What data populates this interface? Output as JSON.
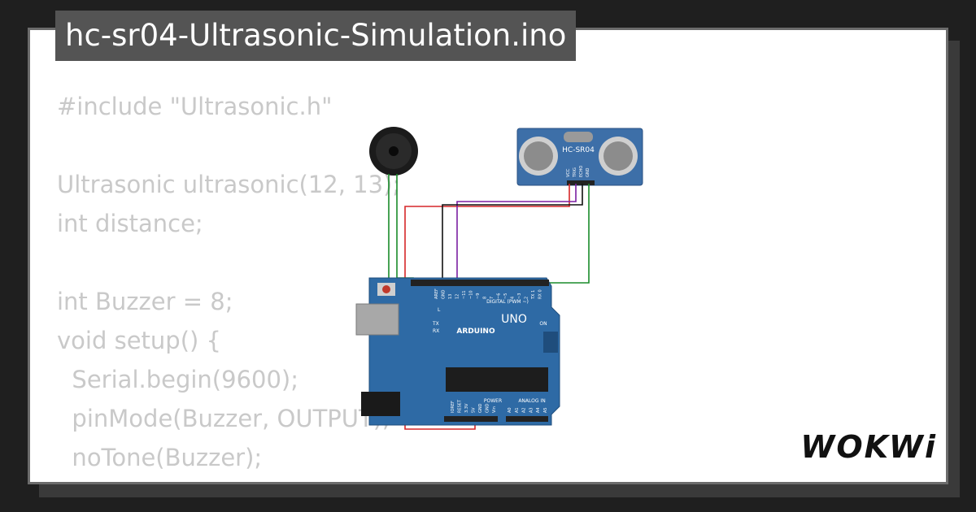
{
  "title": "hc-sr04-Ultrasonic-Simulation.ino",
  "code_lines": [
    "#include \"Ultrasonic.h\"",
    "",
    "Ultrasonic ultrasonic(12, 13);",
    "int distance;",
    "",
    "int Buzzer = 8;",
    "void setup() {",
    "  Serial.begin(9600);",
    "  pinMode(Buzzer, OUTPUT);",
    "  noTone(Buzzer);",
    "}"
  ],
  "sensor": {
    "label": "HC-SR04",
    "pins": [
      "VCC",
      "TRIG",
      "ECHO",
      "GND"
    ]
  },
  "arduino": {
    "brand": "ARDUINO",
    "model": "UNO",
    "digital_label": "DIGITAL (PWM ~)",
    "power_label": "POWER",
    "analog_label": "ANALOG IN",
    "on_label": "ON",
    "led_labels": [
      "L",
      "TX",
      "RX"
    ],
    "power_pins": [
      "IOREF",
      "RESET",
      "3.3V",
      "5V",
      "GND",
      "GND",
      "Vin"
    ],
    "analog_pins": [
      "A0",
      "A1",
      "A2",
      "A3",
      "A4",
      "A5"
    ],
    "digital_pins": [
      "AREF",
      "GND",
      "13",
      "12",
      "~11",
      "~10",
      "~9",
      "8",
      "7",
      "~6",
      "~5",
      "4",
      "~3",
      "2",
      "TX 1",
      "RX 0"
    ]
  },
  "wires": [
    {
      "name": "vcc",
      "color": "#d62728"
    },
    {
      "name": "trig",
      "color": "#7b1fa2"
    },
    {
      "name": "echo",
      "color": "#111111"
    },
    {
      "name": "gnd",
      "color": "#1a8c2a"
    }
  ],
  "brand_logo": "WOKWi"
}
